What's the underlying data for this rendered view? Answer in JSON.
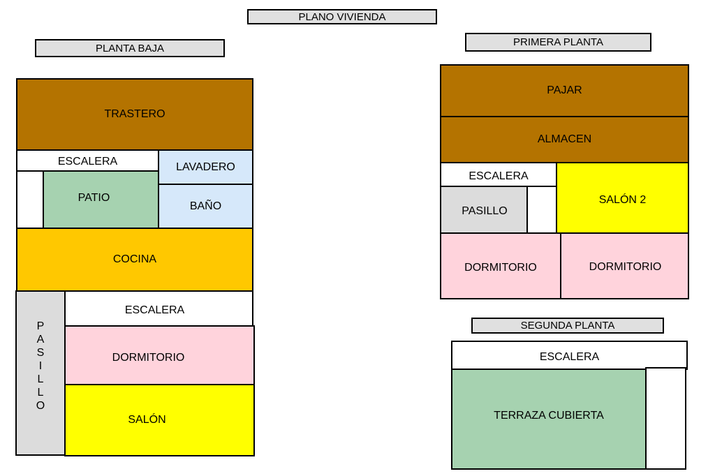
{
  "title": "PLANO VIVIENDA",
  "colors": {
    "brown": "#b47300",
    "white": "#ffffff",
    "blue": "#d6e8fa",
    "green": "#a6d2b0",
    "orange": "#ffc800",
    "gray": "#dcdcdc",
    "pink": "#ffd3dc",
    "yellow": "#ffff00",
    "label": "#e0e0e0"
  },
  "floors": {
    "ground": {
      "label": "PLANTA BAJA",
      "rooms": {
        "trastero": "TRASTERO",
        "escalera1": "ESCALERA",
        "lavadero": "LAVADERO",
        "patio": "PATIO",
        "bano": "BAÑO",
        "cocina": "COCINA",
        "pasillo": "PASILLO",
        "escalera2": "ESCALERA",
        "dormitorio": "DORMITORIO",
        "salon": "SALÓN"
      }
    },
    "first": {
      "label": "PRIMERA PLANTA",
      "rooms": {
        "pajar": "PAJAR",
        "almacen": "ALMACEN",
        "escalera": "ESCALERA",
        "salon2": "SALÓN 2",
        "pasillo": "PASILLO",
        "dormitorio1": "DORMITORIO",
        "dormitorio2": "DORMITORIO"
      }
    },
    "second": {
      "label": "SEGUNDA PLANTA",
      "rooms": {
        "escalera": "ESCALERA",
        "terraza": "TERRAZA CUBIERTA"
      }
    }
  }
}
